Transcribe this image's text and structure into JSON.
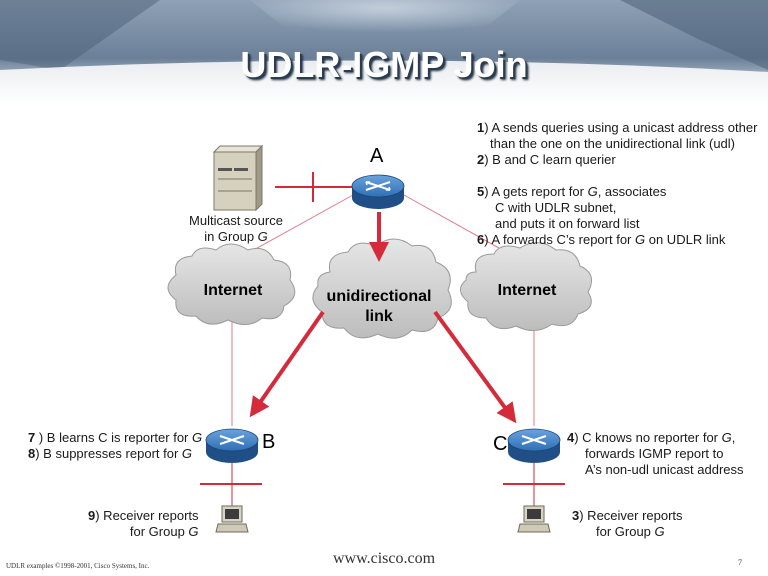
{
  "title": "UDLR-IGMP Join",
  "routers": {
    "a": "A",
    "b": "B",
    "c": "C"
  },
  "clouds": {
    "left": "Internet",
    "middle_line1": "unidirectional",
    "middle_line2": "link",
    "right": "Internet"
  },
  "source": {
    "line1": "Multicast source",
    "line2_prefix": "in Group ",
    "line2_group": "G"
  },
  "steps_top": {
    "s1_num": "1",
    "s1_text": ") A sends queries using a unicast address other",
    "s1_text2": "than the one on the unidirectional link (udl)",
    "s2_num": "2",
    "s2_text": ") B and C learn querier",
    "s5_num": "5",
    "s5_text_a": ") A gets report for ",
    "s5_group": "G",
    "s5_text_b": ", associates",
    "s5_text2": "C with UDLR subnet,",
    "s5_text3": "and puts it on forward list",
    "s6_num": "6",
    "s6_text_a": ") A forwards C’s report for ",
    "s6_group": "G",
    "s6_text_b": " on UDLR link"
  },
  "steps_b": {
    "s7_num": "7",
    "s7_text": " ) B learns C is reporter for ",
    "s7_group": "G",
    "s8_num": "8",
    "s8_text": ") B suppresses report for ",
    "s8_group": "G"
  },
  "steps_c": {
    "s4_num": "4",
    "s4_text_a": ") C knows no reporter for ",
    "s4_group": "G",
    "s4_text_b": ",",
    "s4_text2": "forwards IGMP report to",
    "s4_text3": "A’s non-udl unicast address"
  },
  "receiver_b": {
    "num": "9",
    "text": ") Receiver reports",
    "line2_prefix": "for Group ",
    "group": "G"
  },
  "receiver_c": {
    "num": "3",
    "text": ") Receiver reports",
    "line2_prefix": "for Group ",
    "group": "G"
  },
  "footer": {
    "url": "www.cisco.com",
    "copyright": "UDLR examples  ©1998-2001, Cisco Systems, Inc.",
    "page": "7"
  },
  "colors": {
    "link_red": "#d42a3a",
    "router_blue": "#2f6fb5",
    "cloud_grey": "#cfcfcf",
    "banner_dark": "#3b4f68"
  },
  "icons": [
    "server-icon",
    "router-icon",
    "cloud-icon",
    "workstation-icon"
  ]
}
